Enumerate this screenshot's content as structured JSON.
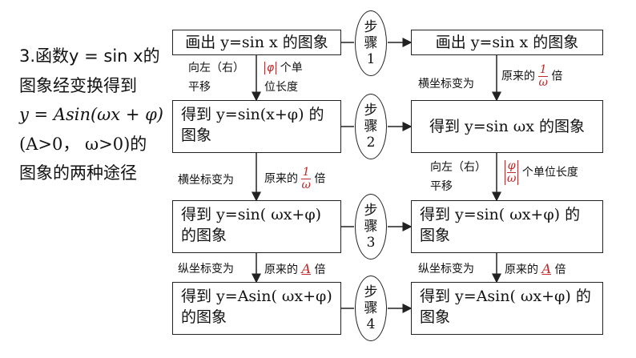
{
  "intro": {
    "lines": [
      "3.函数y = sin x的",
      "图象经变换得到",
      "y = Asin(ωx + φ)",
      "(A>0，  ω>0)的",
      "图象的两种途径"
    ]
  },
  "steps": [
    {
      "l1": "步",
      "l2": "骤",
      "n": "1"
    },
    {
      "l1": "步",
      "l2": "骤",
      "n": "2"
    },
    {
      "l1": "步",
      "l2": "骤",
      "n": "3"
    },
    {
      "l1": "步",
      "l2": "骤",
      "n": "4"
    }
  ],
  "left": {
    "box1": "画出 y=sin x 的图象",
    "box2": "得到 y=sin(x+φ) 的图象",
    "box3": "得到 y=sin( ωx+φ) 的图象",
    "box4": "得到 y=Asin( ωx+φ) 的图象",
    "t1a": "向左（右）",
    "t1b": "平移",
    "t1abs": "φ",
    "t1c": "个单",
    "t1d": "位长度",
    "t2a": "横坐标变为",
    "t2b": "原来的",
    "t2num": "1",
    "t2den": "ω",
    "t2c": "倍",
    "t3a": "纵坐标变为",
    "t3b": "原来的",
    "t3val": "A",
    "t3c": "倍"
  },
  "right": {
    "box1": "画出 y=sin x 的图象",
    "box2": "得到 y=sin  ωx 的图象",
    "box3": "得到 y=sin( ωx+φ) 的图象",
    "box4": "得到 y=Asin( ωx+φ) 的图象",
    "t1a": "横坐标变为",
    "t1b": "原来的",
    "t1num": "1",
    "t1den": "ω",
    "t1c": "倍",
    "t2a": "向左（右）",
    "t2b": "平移",
    "t2num": "φ",
    "t2den": "ω",
    "t2c": "个单位长度",
    "t3a": "纵坐标变为",
    "t3b": "原来的",
    "t3val": "A",
    "t3c": "倍"
  },
  "colors": {
    "highlight": "#c0282a",
    "stroke": "#222222"
  }
}
